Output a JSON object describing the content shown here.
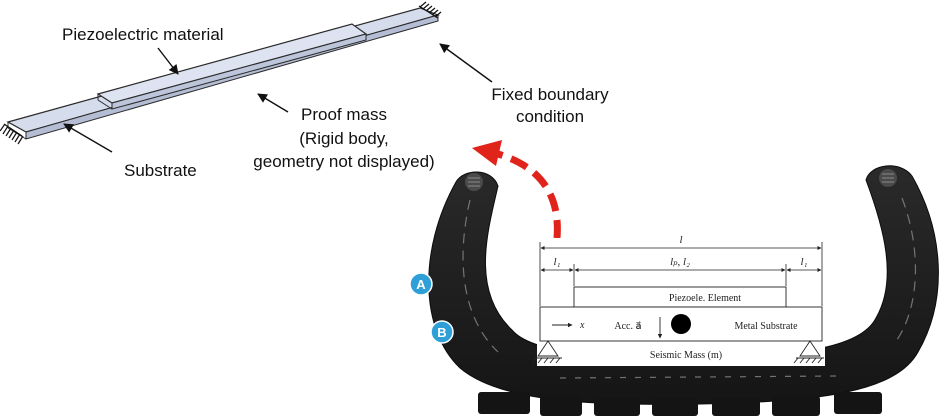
{
  "top_diagram": {
    "label_piezo": "Piezoelectric material",
    "label_proof_mass_line1": "Proof mass",
    "label_proof_mass_line2": "(Rigid body,",
    "label_proof_mass_line3": "geometry not displayed)",
    "label_fixed_line1": "Fixed boundary",
    "label_fixed_line2": "condition",
    "label_substrate": "Substrate"
  },
  "tire_diagram": {
    "marker_a": "A",
    "marker_b": "B",
    "dim_l": "l",
    "dim_l1_left": "l₁",
    "dim_lp_l2": "lₚ, l₂",
    "dim_l1_right": "l₁",
    "piezo_element": "Piezoele. Element",
    "x_axis": "x",
    "acc": "Acc. a⃗",
    "metal_substrate": "Metal Substrate",
    "seismic_mass": "Seismic Mass (m)"
  },
  "colors": {
    "beam_fill": "#d5dcec",
    "beam_stroke": "#2b2b2b",
    "arrow_red": "#e0241b",
    "marker_blue": "#2f9fd8",
    "tire_dark": "#1c1c1c"
  }
}
